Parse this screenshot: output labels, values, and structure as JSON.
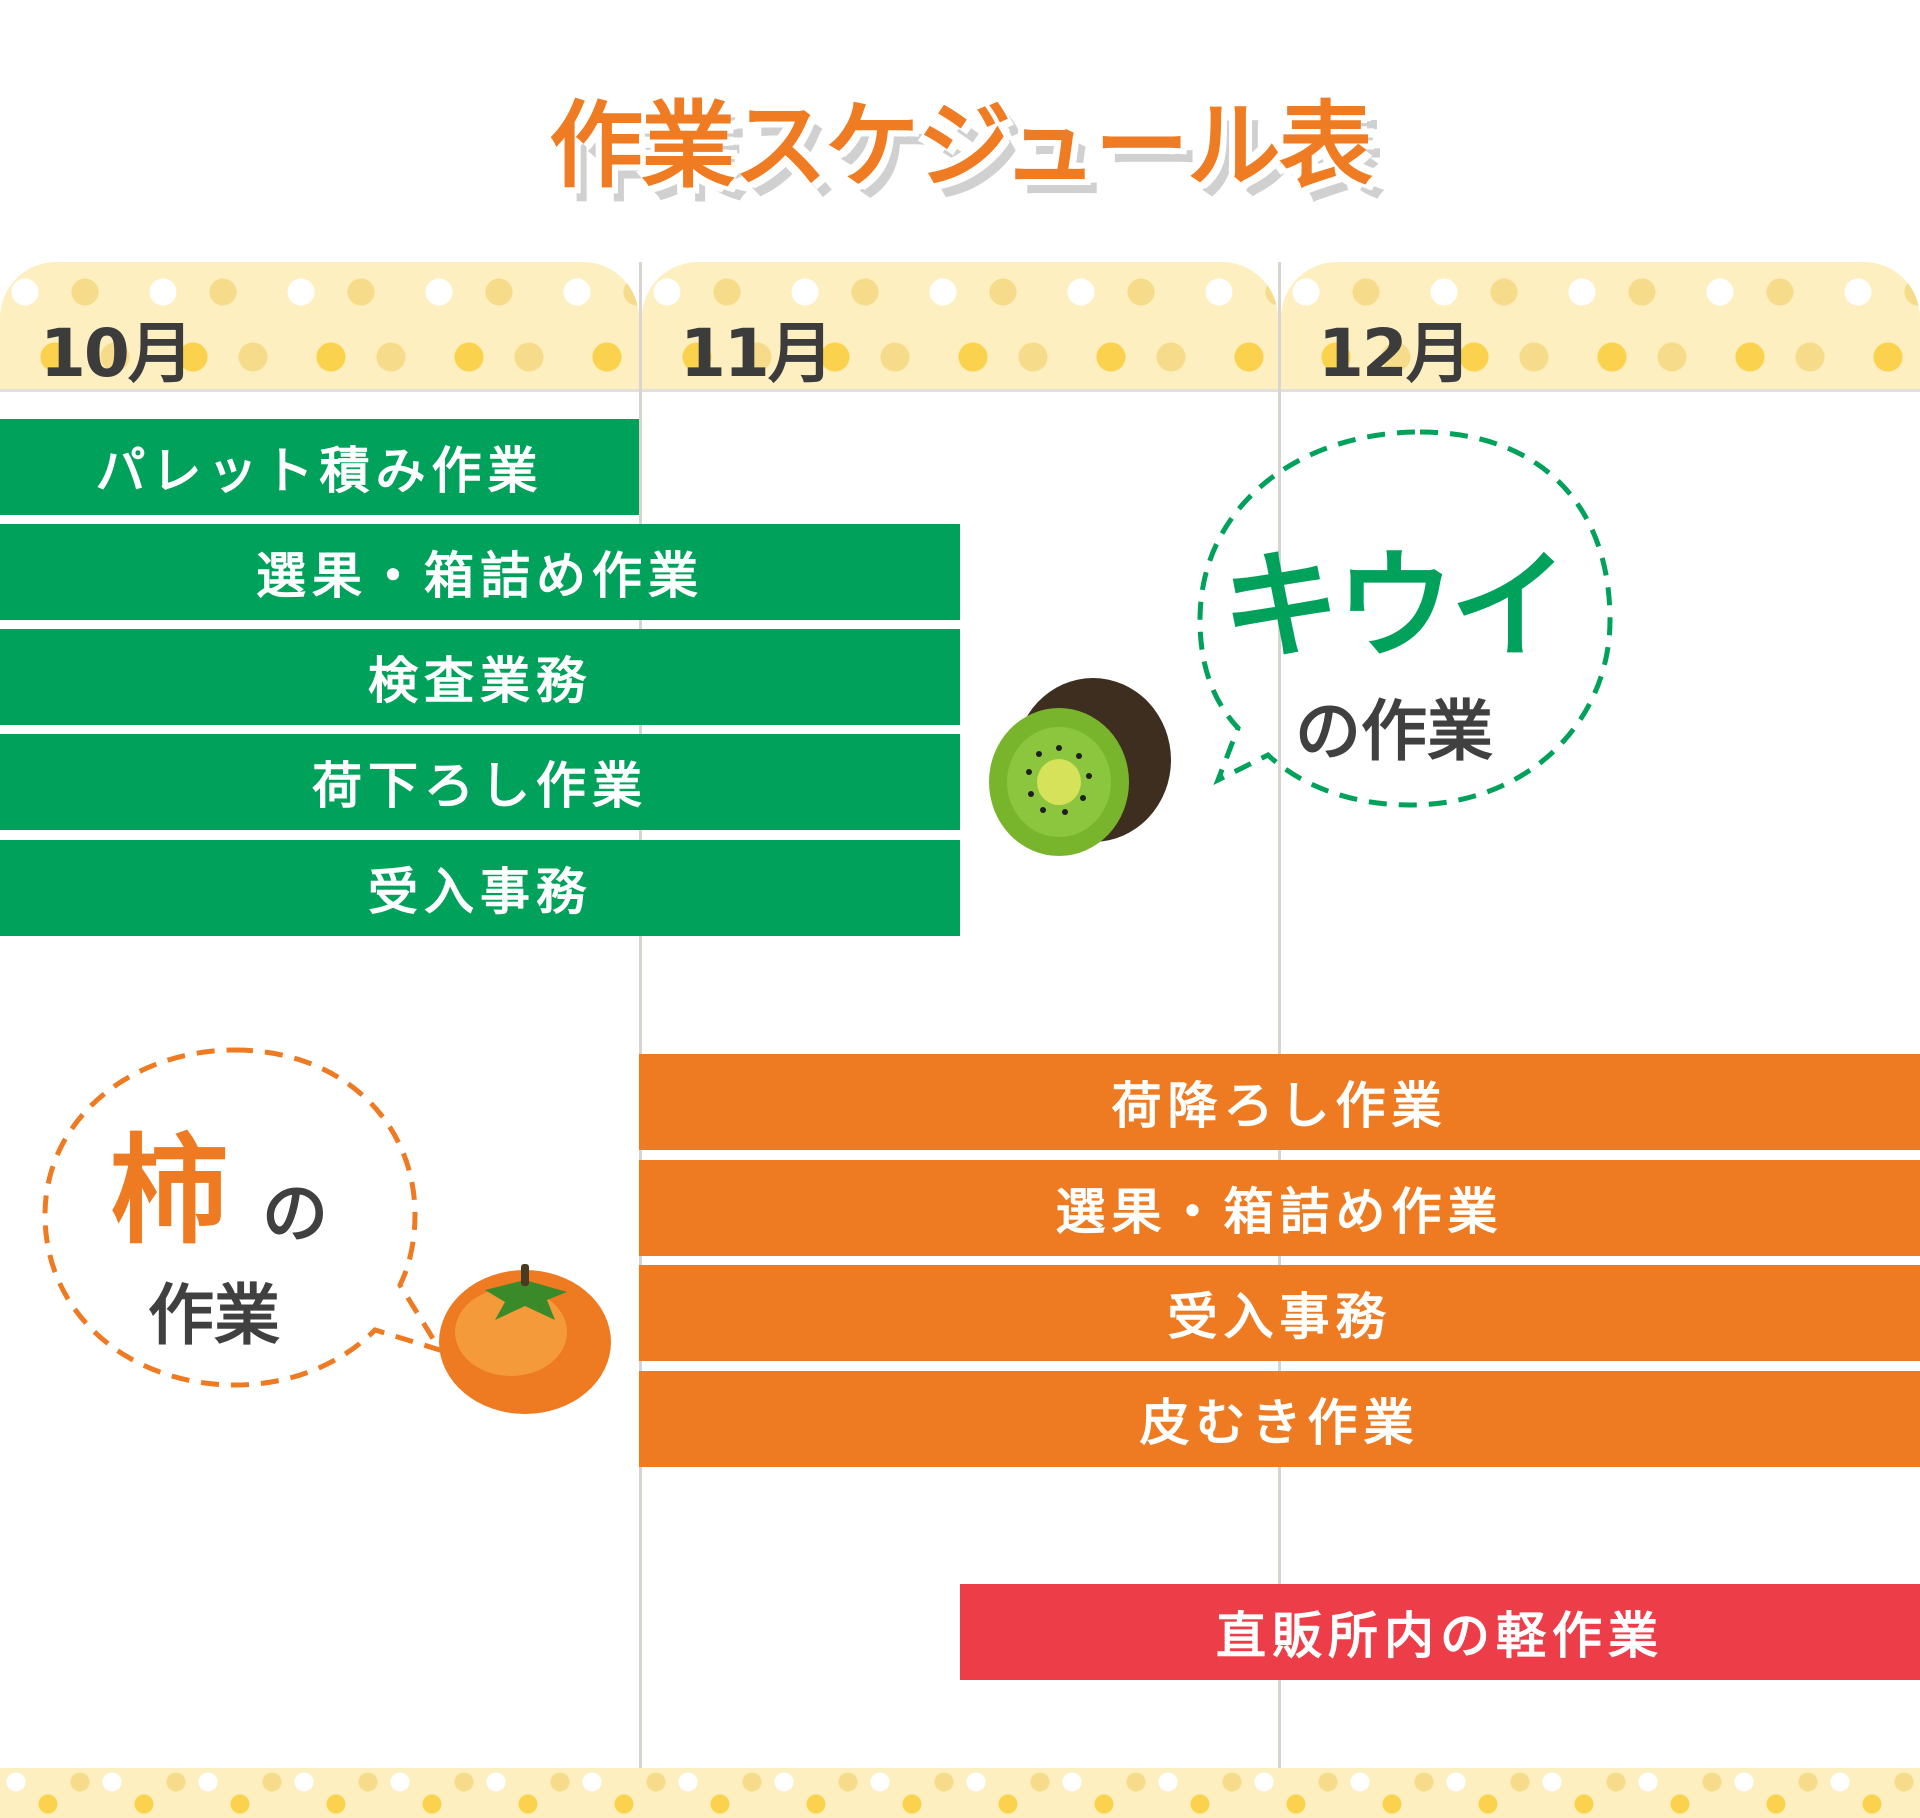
{
  "title": "作業スケジュール表",
  "months": [
    "10月",
    "11月",
    "12月"
  ],
  "kiwi": {
    "label_main": "キウイ",
    "label_sub": "の作業",
    "tasks": [
      "パレット積み作業",
      "選果・箱詰め作業",
      "検査業務",
      "荷下ろし作業",
      "受入事務"
    ]
  },
  "persimmon": {
    "label_main": "柿",
    "label_no": "の",
    "label_sub": "作業",
    "tasks": [
      "荷降ろし作業",
      "選果・箱詰め作業",
      "受入事務",
      "皮むき作業"
    ]
  },
  "extra": {
    "task": "直販所内の軽作業"
  },
  "colors": {
    "kiwi": "#00a15b",
    "persimmon": "#ee7a22",
    "extra": "#ec3d49",
    "title": "#ef7b22"
  }
}
